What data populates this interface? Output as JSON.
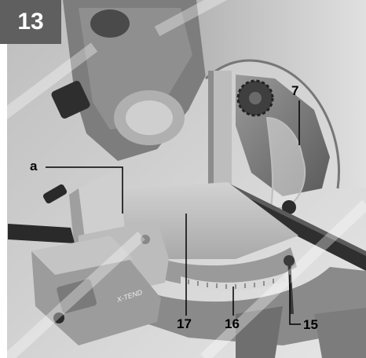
{
  "figure": {
    "number": "13",
    "callouts": {
      "a": "a",
      "c7": "7",
      "c15": "15",
      "c16": "16",
      "c17": "17"
    }
  },
  "colors": {
    "badge": "#5f5f5f",
    "metal_light": "#d8d8d8",
    "metal_mid": "#a8a8a8",
    "metal_dark": "#3a3a3a",
    "background": "#c9c9c9"
  }
}
